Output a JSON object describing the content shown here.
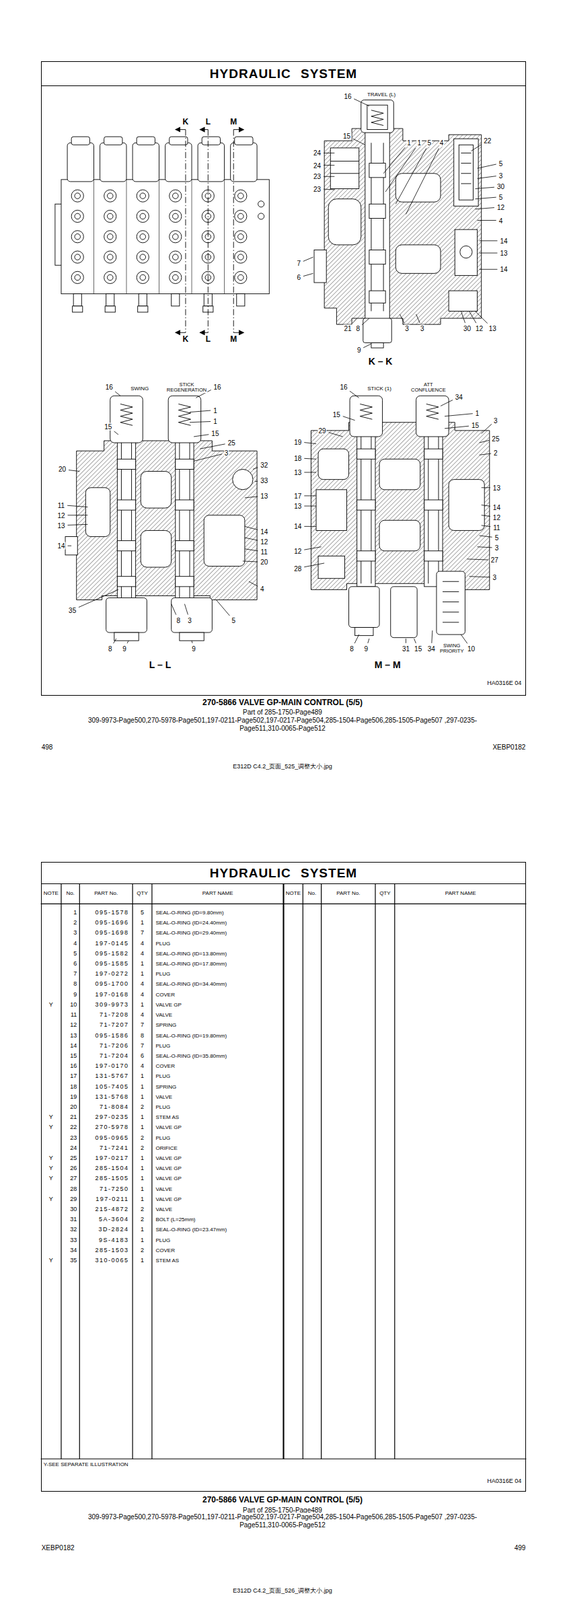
{
  "diagram": {
    "nodes": [
      {
        "text": [
          "HYDRAULIC SYSTEM"
        ]
      },
      {
        "text": [
          "HYDRAULIC SYSTEM"
        ]
      }
    ],
    "labels": [
      "K",
      "L",
      "M",
      "K",
      "L",
      "M",
      "16",
      "TRAVEL (L)",
      "15",
      "1",
      "1",
      "5",
      "4",
      "22",
      "24",
      "24",
      "23",
      "23",
      "5",
      "3",
      "30",
      "5",
      "12",
      "4",
      "14",
      "13",
      "14",
      "7",
      "6",
      "21",
      "8",
      "3",
      "3",
      "30",
      "12",
      "13",
      "9",
      "K – K",
      "16",
      "SWING",
      "STICK REGENERATION",
      "16",
      "1",
      "1",
      "15",
      "25",
      "3",
      "15",
      "32",
      "33",
      "13",
      "20",
      "11",
      "12",
      "13",
      "14",
      "14",
      "12",
      "11",
      "20",
      "4",
      "35",
      "8",
      "3",
      "5",
      "8",
      "9",
      "9",
      "L – L",
      "16",
      "STICK (1)",
      "ATT CONFLUENCE",
      "34",
      "15",
      "1",
      "15",
      "3",
      "29",
      "25",
      "19",
      "2",
      "18",
      "13",
      "13",
      "17",
      "13",
      "14",
      "12",
      "14",
      "11",
      "5",
      "3",
      "12",
      "27",
      "28",
      "3",
      "8",
      "9",
      "31",
      "15",
      "34",
      "SWING PRIORITY",
      "10",
      "M – M",
      "HA0316E 04",
      "270-5866 VALVE GP-MAIN CONTROL (5/5)",
      "Part of 285-1750-Page489",
      "309-9973-Page500,270-5978-Page501,197-0211-Page502,197-0217-Page504,285-1504-Page506,285-1505-Page507 ,297-0235-Page511,310-0065-Page512",
      "498",
      "XEBP0182",
      "E312D C4.2_页面_525_调整大小.jpg",
      "NOTE",
      "No.",
      "PART No.",
      "QTY",
      "PART NAME",
      "NOTE",
      "No.",
      "PART No.",
      "QTY",
      "PART NAME",
      "1",
      "095-1578",
      "5",
      "SEAL-O-RING (ID=9.80mm)",
      "2",
      "095-1696",
      "1",
      "SEAL-O-RING (ID=24.40mm)",
      "3",
      "095-1698",
      "7",
      "SEAL-O-RING (ID=29.40mm)",
      "4",
      "197-0145",
      "4",
      "PLUG",
      "5",
      "095-1582",
      "4",
      "SEAL-O-RING (ID=13.80mm)",
      "6",
      "095-1585",
      "1",
      "SEAL-O-RING (ID=17.80mm)",
      "7",
      "197-0272",
      "1",
      "PLUG",
      "8",
      "095-1700",
      "4",
      "SEAL-O-RING (ID=34.40mm)",
      "9",
      "197-0168",
      "4",
      "COVER",
      "Y",
      "10",
      "309-9973",
      "1",
      "VALVE GP",
      "11",
      "71-7208",
      "4",
      "VALVE",
      "12",
      "71-7207",
      "7",
      "SPRING",
      "13",
      "095-1586",
      "8",
      "SEAL-O-RING (ID=19.80mm)",
      "14",
      "71-7206",
      "7",
      "PLUG",
      "15",
      "71-7204",
      "6",
      "SEAL-O-RING (ID=35.80mm)",
      "16",
      "197-0170",
      "4",
      "COVER",
      "17",
      "131-5767",
      "1",
      "PLUG",
      "18",
      "105-7405",
      "1",
      "SPRING",
      "19",
      "131-5768",
      "1",
      "VALVE",
      "20",
      "71-8084",
      "2",
      "PLUG",
      "Y",
      "21",
      "297-0235",
      "1",
      "STEM AS",
      "Y",
      "22",
      "270-5978",
      "1",
      "VALVE GP",
      "23",
      "095-0965",
      "2",
      "PLUG",
      "24",
      "71-7241",
      "2",
      "ORIFICE",
      "Y",
      "25",
      "197-0217",
      "1",
      "VALVE GP",
      "Y",
      "26",
      "285-1504",
      "1",
      "VALVE GP",
      "Y",
      "27",
      "285-1505",
      "1",
      "VALVE GP",
      "28",
      "71-7250",
      "1",
      "VALVE",
      "Y",
      "29",
      "197-0211",
      "1",
      "VALVE GP",
      "30",
      "215-4872",
      "2",
      "VALVE",
      "31",
      "5A-3604",
      "2",
      "BOLT (L=25mm)",
      "32",
      "3D-2824",
      "1",
      "SEAL-O-RING (ID=23.47mm)",
      "33",
      "9S-4183",
      "1",
      "PLUG",
      "34",
      "285-1503",
      "2",
      "COVER",
      "Y",
      "35",
      "310-0065",
      "1",
      "STEM AS",
      "Y-SEE SEPARATE ILLUSTRATION",
      "HA0316E 04",
      "270-5866 VALVE GP-MAIN CONTROL (5/5)",
      "Part of 285-1750-Page489",
      "309-9973-Page500,270-5978-Page501,197-0211-Page502,197-0217-Page504,285-1504-Page506,285-1505-Page507 ,297-0235-Page511,310-0065-Page512",
      "XEBP0182",
      "499",
      "E312D C4.2_页面_526_调整大小.jpg"
    ]
  }
}
